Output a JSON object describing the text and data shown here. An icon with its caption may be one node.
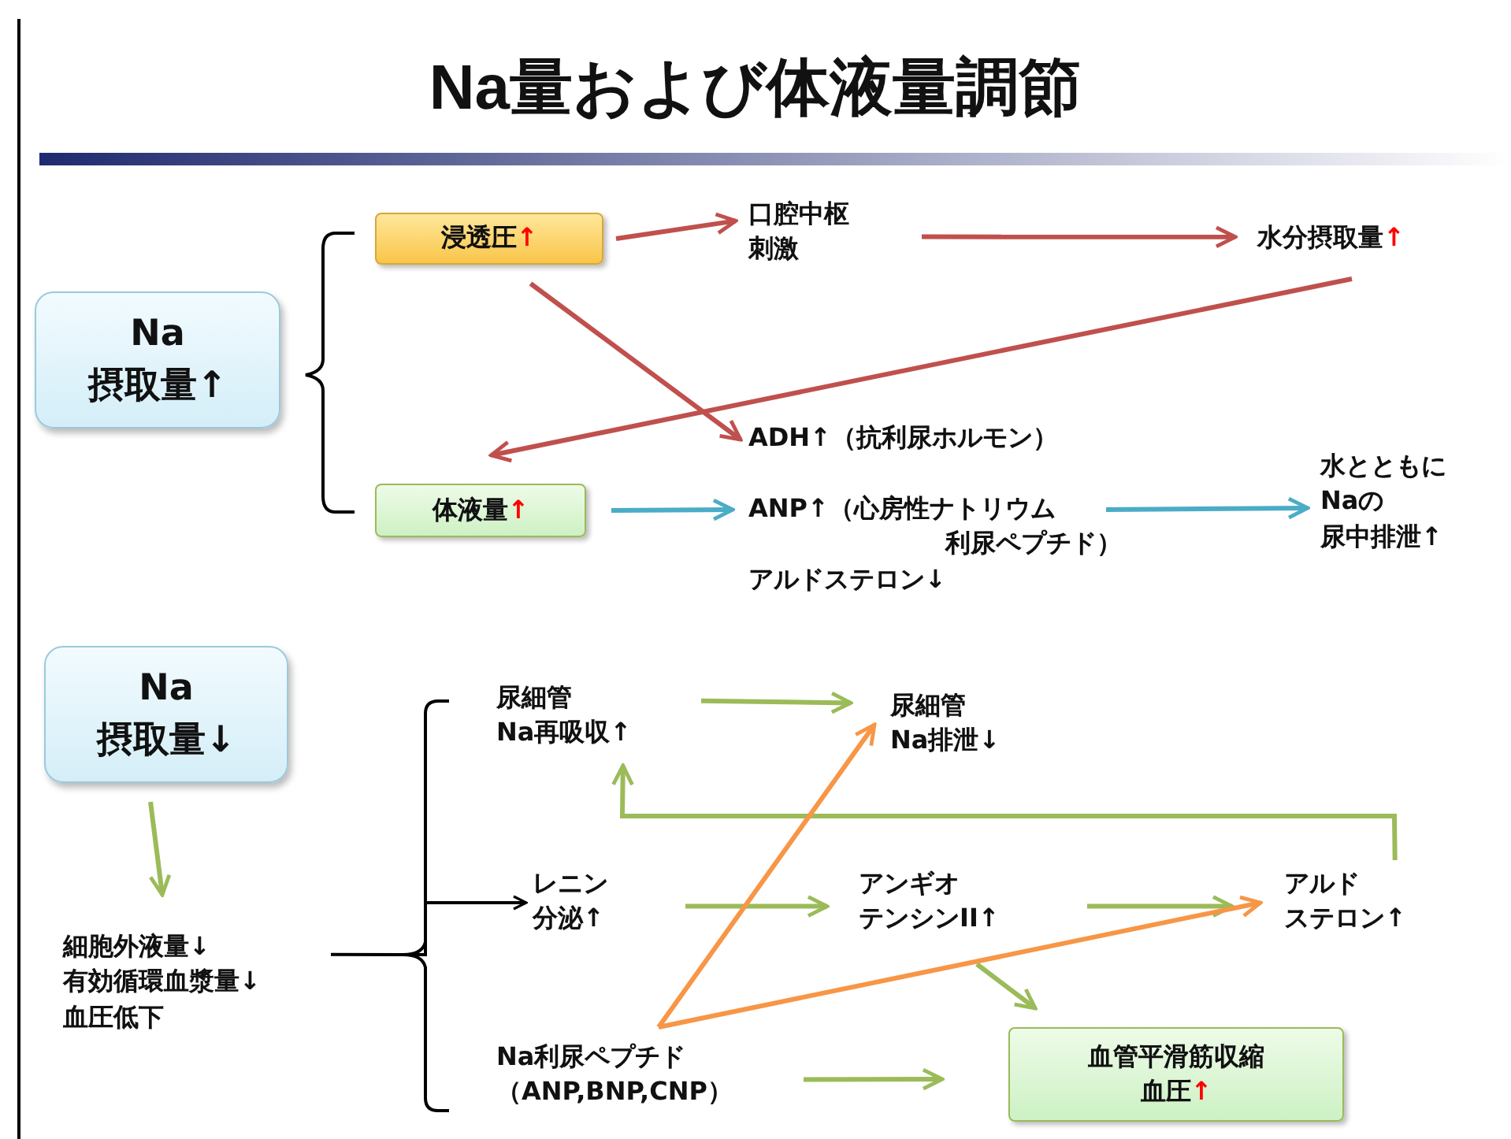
{
  "diagram": {
    "title": "Na量および体液量調節",
    "nodes": [
      {
        "text": [
          "Na",
          "摂取量↑"
        ]
      },
      {
        "text": [
          "浸透圧",
          "↑"
        ]
      },
      {
        "text": [
          "口腔中枢刺激"
        ]
      },
      {
        "text": [
          "水分摂取量",
          "↑"
        ]
      },
      {
        "text": [
          "ADH↑（抗利尿ホルモン）"
        ]
      },
      {
        "text": [
          "体液量",
          "↑"
        ]
      },
      {
        "text": [
          "ANP↑（心房性ナトリウム利尿ペプチド）",
          "アルドステロン↓"
        ]
      },
      {
        "text": [
          "水とともにNaの尿中排泄↑"
        ]
      },
      {
        "text": [
          "Na",
          "摂取量↓"
        ]
      },
      {
        "text": [
          "細胞外液量↓",
          "有効循環血漿量↓",
          "血圧低下"
        ]
      },
      {
        "text": [
          "尿細管Na再吸収↑"
        ]
      },
      {
        "text": [
          "尿細管Na排泄↓"
        ]
      },
      {
        "text": [
          "レニン分泌↑"
        ]
      },
      {
        "text": [
          "アンギオテンシンII↑"
        ]
      },
      {
        "text": [
          "アルドステロン↑"
        ]
      },
      {
        "text": [
          "Na利尿ペプチド（ANP,BNP,CNP）"
        ]
      },
      {
        "text": [
          "血管平滑筋収縮",
          "血圧",
          "↑"
        ]
      }
    ],
    "edges": [
      {
        "from": 1,
        "to": 2,
        "arrow": "to",
        "color": "#c0504d"
      },
      {
        "from": 2,
        "to": 3,
        "arrow": "to",
        "color": "#c0504d"
      },
      {
        "from": 1,
        "to": 4,
        "arrow": "to",
        "color": "#c0504d"
      },
      {
        "from": 3,
        "to": 5,
        "arrow": "to",
        "color": "#c0504d"
      },
      {
        "from": 5,
        "to": 6,
        "arrow": "to",
        "color": "#4bacc6"
      },
      {
        "from": 6,
        "to": 7,
        "arrow": "to",
        "color": "#4bacc6"
      },
      {
        "from": 8,
        "to": 9,
        "arrow": "to"
      },
      {
        "from": 9,
        "to": 12,
        "arrow": "to",
        "color": "#000000"
      },
      {
        "from": 10,
        "to": 11,
        "arrow": "to"
      },
      {
        "from": 12,
        "to": 13,
        "arrow": "to"
      },
      {
        "from": 13,
        "to": 14,
        "arrow": "to"
      },
      {
        "from": 14,
        "to": 10,
        "arrow": "to"
      },
      {
        "from": 13,
        "to": 16,
        "arrow": "to"
      },
      {
        "from": 15,
        "to": 16,
        "arrow": "to"
      },
      {
        "from": 15,
        "to": 11,
        "arrow": "to",
        "color": "#f79646"
      },
      {
        "from": 15,
        "to": 14,
        "arrow": "to",
        "color": "#f79646"
      }
    ]
  }
}
